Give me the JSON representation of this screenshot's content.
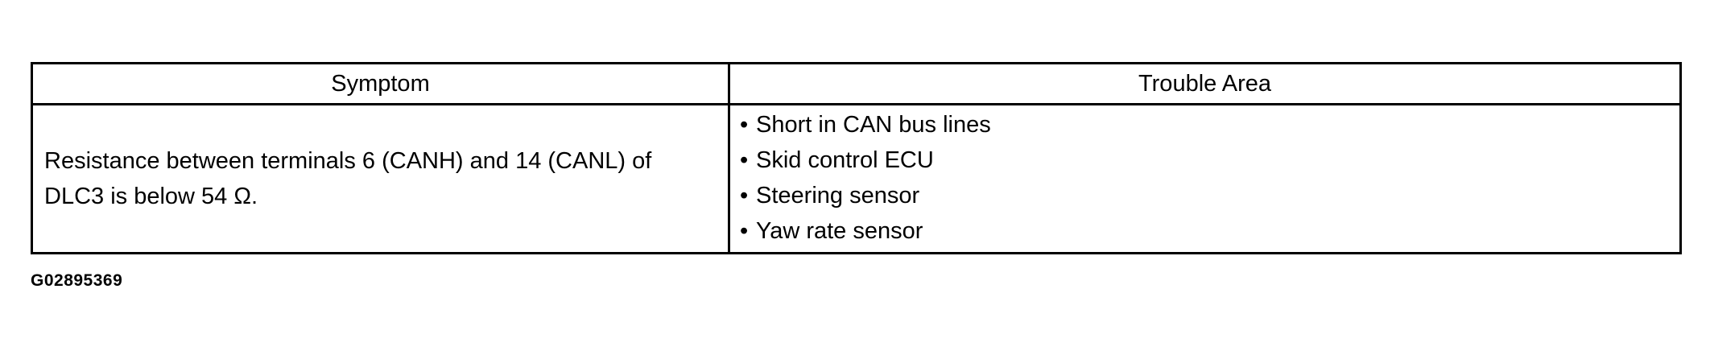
{
  "table": {
    "headers": {
      "symptom": "Symptom",
      "trouble_area": "Trouble Area"
    },
    "rows": [
      {
        "symptom": "Resistance between terminals 6 (CANH) and 14 (CANL) of DLC3 is below 54 Ω.",
        "trouble_areas": [
          "Short in CAN bus lines",
          "Skid control ECU",
          "Steering sensor",
          "Yaw rate sensor"
        ]
      }
    ]
  },
  "figure_id": "G02895369"
}
